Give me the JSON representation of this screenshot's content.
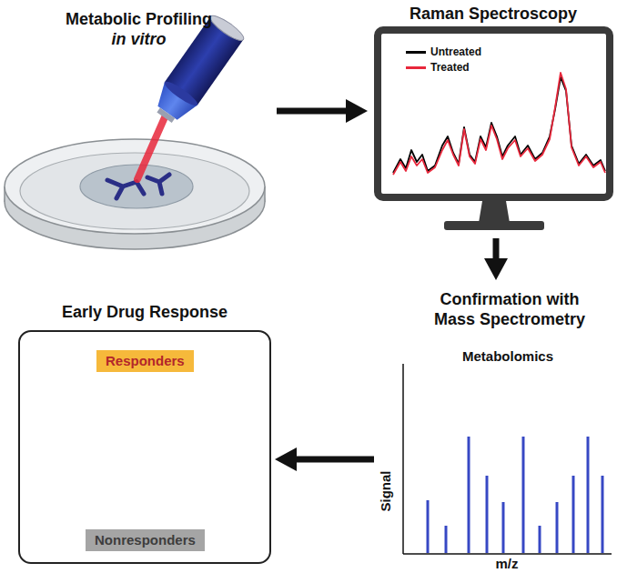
{
  "diagram": {
    "nodes": [
      {
        "text": [
          "Metabolic Profiling",
          "in vitro"
        ]
      },
      {
        "text": [
          "Raman Spectroscopy"
        ]
      },
      {
        "text": [
          "Confirmation with Mass Spectrometry"
        ]
      },
      {
        "text": [
          "Early Drug Response"
        ]
      },
      {
        "text": [
          "Responders"
        ],
        "in": 3
      },
      {
        "text": [
          "Nonresponders"
        ],
        "in": 3
      }
    ],
    "edges": [
      {
        "from": 0,
        "to": 1,
        "arrow": "to"
      },
      {
        "from": 1,
        "to": 2,
        "arrow": "to"
      },
      {
        "from": 2,
        "to": 3,
        "arrow": "to"
      }
    ],
    "labels": [
      "Metabolomics",
      "Signal",
      "m/z"
    ],
    "legend": [
      {
        "text": "Untreated",
        "color": "#000000"
      },
      {
        "text": "Treated",
        "color": "#e8283c"
      }
    ]
  }
}
